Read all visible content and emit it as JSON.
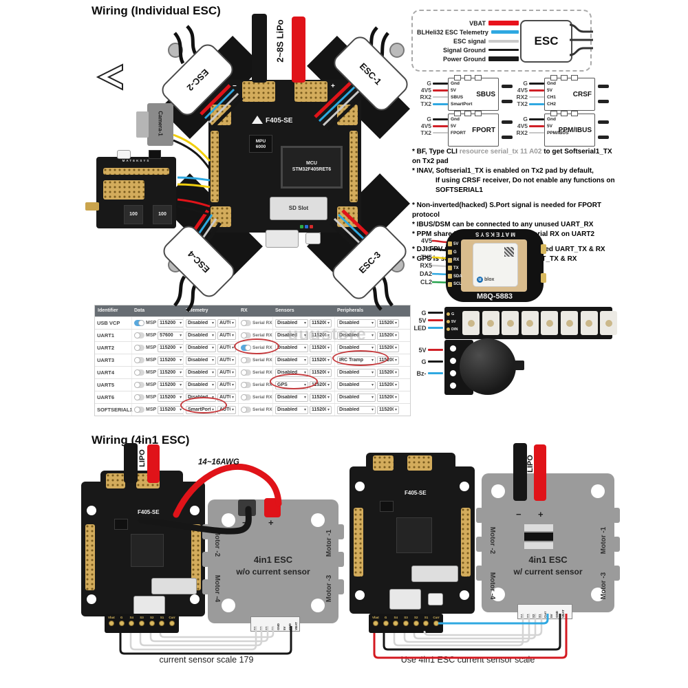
{
  "titles": {
    "individual": "Wiring (Individual ESC)",
    "four_in_one": "Wiring (4in1 ESC)"
  },
  "watermark": "uuustore",
  "individual": {
    "battery": "2~8S LiPo",
    "esc1": "ESC-1",
    "esc2": "ESC-2",
    "esc3": "ESC-3",
    "esc4": "ESC-4",
    "camera": "Camera-1",
    "fc": {
      "brand": "F405-SE",
      "mpu1": "MPU",
      "mpu2": "6000",
      "mcu1": "MCU",
      "mcu2": "STM32F405RET6",
      "sd": "SD Slot",
      "minus": "−",
      "plus": "+"
    },
    "vtx": {
      "brand": "MATEKSYS",
      "ind1": "100",
      "ind2": "100"
    }
  },
  "esc_legend": {
    "esc": "ESC",
    "wires": [
      {
        "t": "VBAT",
        "c": "#e8121c",
        "h": 7
      },
      {
        "t": "BLHeli32 ESC Telemetry",
        "c": "#2fa8e1",
        "h": 5
      },
      {
        "t": "ESC signal",
        "c": "#c9c9c9",
        "h": 4
      },
      {
        "t": "Signal Ground",
        "c": "#1a1a1a",
        "h": 3
      },
      {
        "t": "Power Ground",
        "c": "#1a1a1a",
        "h": 7
      }
    ]
  },
  "receivers": [
    {
      "title": "SBUS",
      "pins": [
        {
          "t": "G",
          "c": "#1a1a1a",
          "h": 3
        },
        {
          "t": "4V5",
          "c": "#d01f26",
          "h": 3
        },
        {
          "t": "RX2",
          "c": "#c6c6c6",
          "h": 2
        },
        {
          "t": "TX2",
          "c": "#2fa8e1",
          "h": 3
        }
      ],
      "inner": [
        "Gnd",
        "5V",
        "SBUS",
        "SmartPort"
      ]
    },
    {
      "title": "CRSF",
      "pins": [
        {
          "t": "G",
          "c": "#1a1a1a",
          "h": 3
        },
        {
          "t": "4V5",
          "c": "#d01f26",
          "h": 3
        },
        {
          "t": "RX2",
          "c": "#c6c6c6",
          "h": 2
        },
        {
          "t": "TX2",
          "c": "#2fa8e1",
          "h": 3
        }
      ],
      "inner": [
        "Gnd",
        "5V",
        "CH1",
        "CH2"
      ]
    },
    {
      "title": "FPORT",
      "pins": [
        {
          "t": "G",
          "c": "#1a1a1a",
          "h": 3
        },
        {
          "t": "4V5",
          "c": "#d01f26",
          "h": 3
        },
        {
          "t": "TX2",
          "c": "#c6c6c6",
          "h": 2
        }
      ],
      "inner": [
        "Gnd",
        "5V",
        "FPORT"
      ]
    },
    {
      "title": "PPM/IBUS",
      "pins": [
        {
          "t": "G",
          "c": "#1a1a1a",
          "h": 3
        },
        {
          "t": "4V5",
          "c": "#d01f26",
          "h": 3
        },
        {
          "t": "RX2",
          "c": "#c6c6c6",
          "h": 2
        }
      ],
      "inner": [
        "Gnd",
        "5V",
        "PPM/IBUS"
      ]
    }
  ],
  "notes": {
    "l1a": "* BF, Type CLI ",
    "l1b": "resource serial_tx 11 A02",
    "l1c": " to get Softserial1_TX on Tx2 pad",
    "l2": "* INAV, Softserial1_TX is enabled on Tx2 pad by default,",
    "l3": "If using CRSF receiver,  Do not enable any functions on SOFTSERIAL1",
    "l4": "* Non-inverted(hacked) S.Port signal is needed for FPORT protocol",
    "l5": "* IBUS/DSM can be connected to any unused UART_RX",
    "l6": "* PPM share RX2 pad, must disable Serial RX on UART2",
    "l7": "* DJI FPV OSD is supported on any unused UART_TX & RX",
    "l8": "* GPS is supported on any unused UART_TX & RX"
  },
  "gps": {
    "brand": "MATEKSYS",
    "model": "M8Q-5883",
    "logo_u": "u",
    "logo": "blox",
    "wires": [
      {
        "t": "4V5",
        "c": "#d01f26"
      },
      {
        "t": "G",
        "c": "#1a1a1a"
      },
      {
        "t": "TX5",
        "c": "#f2cf0e"
      },
      {
        "t": "RX5",
        "c": "#cdcdcd"
      },
      {
        "t": "DA2",
        "c": "#2fa8e1"
      },
      {
        "t": "CL2",
        "c": "#25a24c"
      }
    ],
    "pads": [
      "5V",
      "G",
      "RX",
      "TX",
      "SDA",
      "SCL"
    ]
  },
  "led": {
    "wires": [
      {
        "t": "G",
        "c": "#1a1a1a"
      },
      {
        "t": "5V",
        "c": "#d01f26"
      },
      {
        "t": "LED",
        "c": "#2fa8e1"
      }
    ],
    "pads": [
      "G",
      "5V",
      "DIN"
    ]
  },
  "buzzer": {
    "wires": [
      {
        "t": "5V",
        "c": "#d01f26"
      },
      {
        "t": "G",
        "c": "#1a1a1a"
      },
      {
        "t": "Bz-",
        "c": "#2fa8e1"
      }
    ]
  },
  "ports_table": {
    "headers": [
      "Identifier",
      "Data",
      "Telemetry",
      "RX",
      "Sensors",
      "Peripherals"
    ],
    "msp": "MSP",
    "serial_rx": "Serial RX",
    "rows": [
      {
        "id": "USB VCP",
        "msp_on": true,
        "baud": "115200",
        "tel1": "Disabled",
        "tel2": "AUTO",
        "rx_on": false,
        "sen1": "Disabled",
        "sen2": "115200",
        "per1": "Disabled",
        "per2": "115200"
      },
      {
        "id": "UART1",
        "msp_on": false,
        "baud": "57600",
        "tel1": "Disabled",
        "tel2": "AUTO",
        "rx_on": false,
        "sen1": "Disabled",
        "sen2": "115200",
        "per1": "Disabled",
        "per2": "115200"
      },
      {
        "id": "UART2",
        "msp_on": false,
        "baud": "115200",
        "tel1": "Disabled",
        "tel2": "AUTO",
        "rx_on": true,
        "sen1": "Disabled",
        "sen2": "115200",
        "per1": "Disabled",
        "per2": "115200"
      },
      {
        "id": "UART3",
        "msp_on": false,
        "baud": "115200",
        "tel1": "Disabled",
        "tel2": "AUTO",
        "rx_on": false,
        "sen1": "Disabled",
        "sen2": "115200",
        "per1": "IRC Tramp",
        "per2": "115200"
      },
      {
        "id": "UART4",
        "msp_on": false,
        "baud": "115200",
        "tel1": "Disabled",
        "tel2": "AUTO",
        "rx_on": false,
        "sen1": "Disabled",
        "sen2": "115200",
        "per1": "Disabled",
        "per2": "115200"
      },
      {
        "id": "UART5",
        "msp_on": false,
        "baud": "115200",
        "tel1": "Disabled",
        "tel2": "AUTO",
        "rx_on": false,
        "sen1": "GPS",
        "sen2": "115200",
        "per1": "Disabled",
        "per2": "115200"
      },
      {
        "id": "UART6",
        "msp_on": false,
        "baud": "115200",
        "tel1": "Disabled",
        "tel2": "AUTO",
        "rx_on": false,
        "sen1": "Disabled",
        "sen2": "115200",
        "per1": "Disabled",
        "per2": "115200"
      },
      {
        "id": "SOFTSERIAL1",
        "msp_on": false,
        "baud": "115200",
        "tel1": "SmartPort",
        "tel2": "AUTO",
        "rx_on": false,
        "sen1": "Disabled",
        "sen2": "115200",
        "per1": "Disabled",
        "per2": "115200"
      }
    ]
  },
  "four_in_one": {
    "lipo": "LIPO",
    "awg": "14~16AWG",
    "fc_brand": "F405-SE",
    "esc_left": {
      "l1": "4in1 ESC",
      "l2": "w/o current sensor",
      "minus": "−",
      "plus": "+",
      "left_motors": [
        "Motor -2",
        "Motor -4"
      ],
      "right_motors": [
        "Motor -1",
        "Motor -3"
      ],
      "pins": [
        "S4",
        "S3",
        "S2",
        "S1",
        "GND",
        "5V",
        "GND",
        "VBAT"
      ]
    },
    "esc_right": {
      "l1": "4in1 ESC",
      "l2": "w/ current sensor",
      "minus": "−",
      "plus": "+",
      "left_motors": [
        "Motor -2",
        "Motor -4"
      ],
      "right_motors": [
        "Motor -1",
        "Motor -3"
      ],
      "pins": [
        "S4",
        "S3",
        "S2",
        "S1",
        "Curr",
        "5V",
        "GND",
        "VBAT"
      ]
    },
    "strip": [
      "Vbat",
      "G",
      "S4",
      "S3",
      "S2",
      "S1",
      "Curr"
    ],
    "caption_left": "current sensor scale 179",
    "caption_right": "Use 4in1 ESC current sensor scale"
  }
}
